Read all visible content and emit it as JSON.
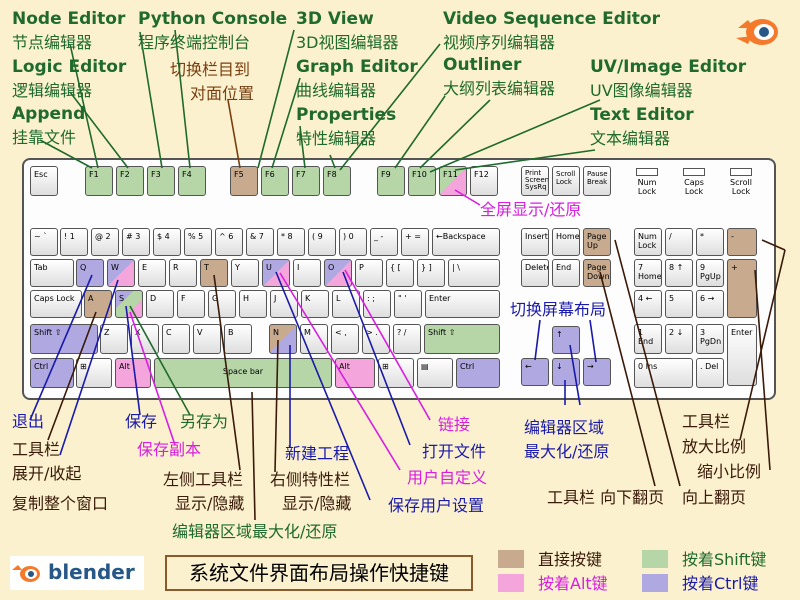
{
  "labels": {
    "node_en": "Node Editor",
    "node_cn": "节点编辑器",
    "python_en": "Python Console",
    "python_cn": "程序终端控制台",
    "view3d_en": "3D View",
    "view3d_cn": "3D视图编辑器",
    "vse_en": "Video Sequence Editor",
    "vse_cn": "视频序列编辑器",
    "logic_en": "Logic Editor",
    "logic_cn": "逻辑编辑器",
    "switch_cn1": "切换栏目到",
    "switch_cn2": "对面位置",
    "graph_en": "Graph Editor",
    "graph_cn": "曲线编辑器",
    "outliner_en": "Outliner",
    "outliner_cn": "大纲列表编辑器",
    "uv_en": "UV/Image Editor",
    "uv_cn": "UV图像编辑器",
    "append_en": "Append",
    "append_cn": "挂靠文件",
    "props_en": "Properties",
    "props_cn": "特性编辑器",
    "text_en": "Text Editor",
    "text_cn": "文本编辑器",
    "fullscreen": "全屏显示/还原",
    "switch_layout": "切换屏幕布局",
    "quit": "退出",
    "save": "保存",
    "save_as": "另存为",
    "save_copy": "保存副本",
    "toolbar_toggle1": "工具栏",
    "toolbar_toggle2": "展开/收起",
    "dup_window": "复制整个窗口",
    "left_toolbar1": "左侧工具栏",
    "left_toolbar2": "显示/隐藏",
    "new_project": "新建工程",
    "right_props1": "右侧特性栏",
    "right_props2": "显示/隐藏",
    "editor_maximize_bottom": "编辑器区域最大化/还原",
    "link": "链接",
    "open_file": "打开文件",
    "user_prefs": "用户自定义",
    "save_user_settings": "保存用户设置",
    "editor_area1": "编辑器区域",
    "editor_area2": "最大化/还原",
    "toolbar_zoom1": "工具栏",
    "zoom_in": "放大比例",
    "zoom_out": "缩小比例",
    "toolbar_pgdn": "工具栏 向下翻页",
    "pgup": "向上翻页"
  },
  "title": "系统文件界面布局操作快捷键",
  "logo_text": "blender",
  "legend": [
    {
      "label": "直接按键",
      "color": "#c8ab8f"
    },
    {
      "label": "按着Shift键",
      "color": "#b6d6a8"
    },
    {
      "label": "按着Alt键",
      "color": "#f4a6dc"
    },
    {
      "label": "按着Ctrl键",
      "color": "#b0a8e0"
    }
  ],
  "keys": {
    "esc": "Esc",
    "f1": "F1",
    "f2": "F2",
    "f3": "F3",
    "f4": "F4",
    "f5": "F5",
    "f6": "F6",
    "f7": "F7",
    "f8": "F8",
    "f9": "F9",
    "f10": "F10",
    "f11": "F11",
    "f12": "F12",
    "prtsc": "Print Screen SysRq",
    "scroll": "Scroll Lock",
    "pause": "Pause Break",
    "numlock_led": "Num Lock",
    "caps_led": "Caps Lock",
    "scroll_led": "Scroll Lock",
    "tilde": "~ `",
    "n1": "! 1",
    "n2": "@ 2",
    "n3": "# 3",
    "n4": "$ 4",
    "n5": "% 5",
    "n6": "^ 6",
    "n7": "& 7",
    "n8": "* 8",
    "n9": "( 9",
    "n0": ") 0",
    "minus": "_ -",
    "plus": "+ =",
    "backspace": "←Backspace",
    "insert": "Insert",
    "home": "Home",
    "pgup": "Page Up",
    "numlk": "Num Lock",
    "slash": "/",
    "star": "*",
    "nminus": "-",
    "tab": "Tab",
    "q": "Q",
    "w": "W",
    "e": "E",
    "r": "R",
    "t": "T",
    "y": "Y",
    "u": "U",
    "i": "I",
    "o": "O",
    "p": "P",
    "lbr": "{ [",
    "rbr": "} ]",
    "bsl": "| \\",
    "delete": "Delete",
    "end": "End",
    "pgdn": "Page Down",
    "n7n": "7 Home",
    "n8n": "8 ↑",
    "n9n": "9 PgUp",
    "nplus": "+",
    "caps": "Caps Lock",
    "a": "A",
    "s": "S",
    "d": "D",
    "f": "F",
    "g": "G",
    "h": "H",
    "j": "J",
    "k": "K",
    "l": "L",
    "semi": ": ;",
    "quote": "\" '",
    "enter": "Enter",
    "n4n": "4 ←",
    "n5n": "5",
    "n6n": "6 →",
    "shiftl": "Shift ⇧",
    "z": "Z",
    "x": "X",
    "c": "C",
    "v": "V",
    "b": "B",
    "n": "N",
    "m": "M",
    "comma": "< ,",
    "period": "> .",
    "qmark": "? /",
    "shiftr": "Shift ⇧",
    "up": "↑",
    "n1n": "1 End",
    "n2n": "2 ↓",
    "n3n": "3 PgDn",
    "nenter": "Enter",
    "ctrll": "Ctrl",
    "winl": "⊞",
    "altl": "Alt",
    "space": "Space bar",
    "altr": "Alt",
    "winr": "⊞",
    "menu": "▤",
    "ctrlr": "Ctrl",
    "left": "←",
    "down": "↓",
    "right": "→",
    "n0n": "0 Ins",
    "ndel": ". Del"
  }
}
